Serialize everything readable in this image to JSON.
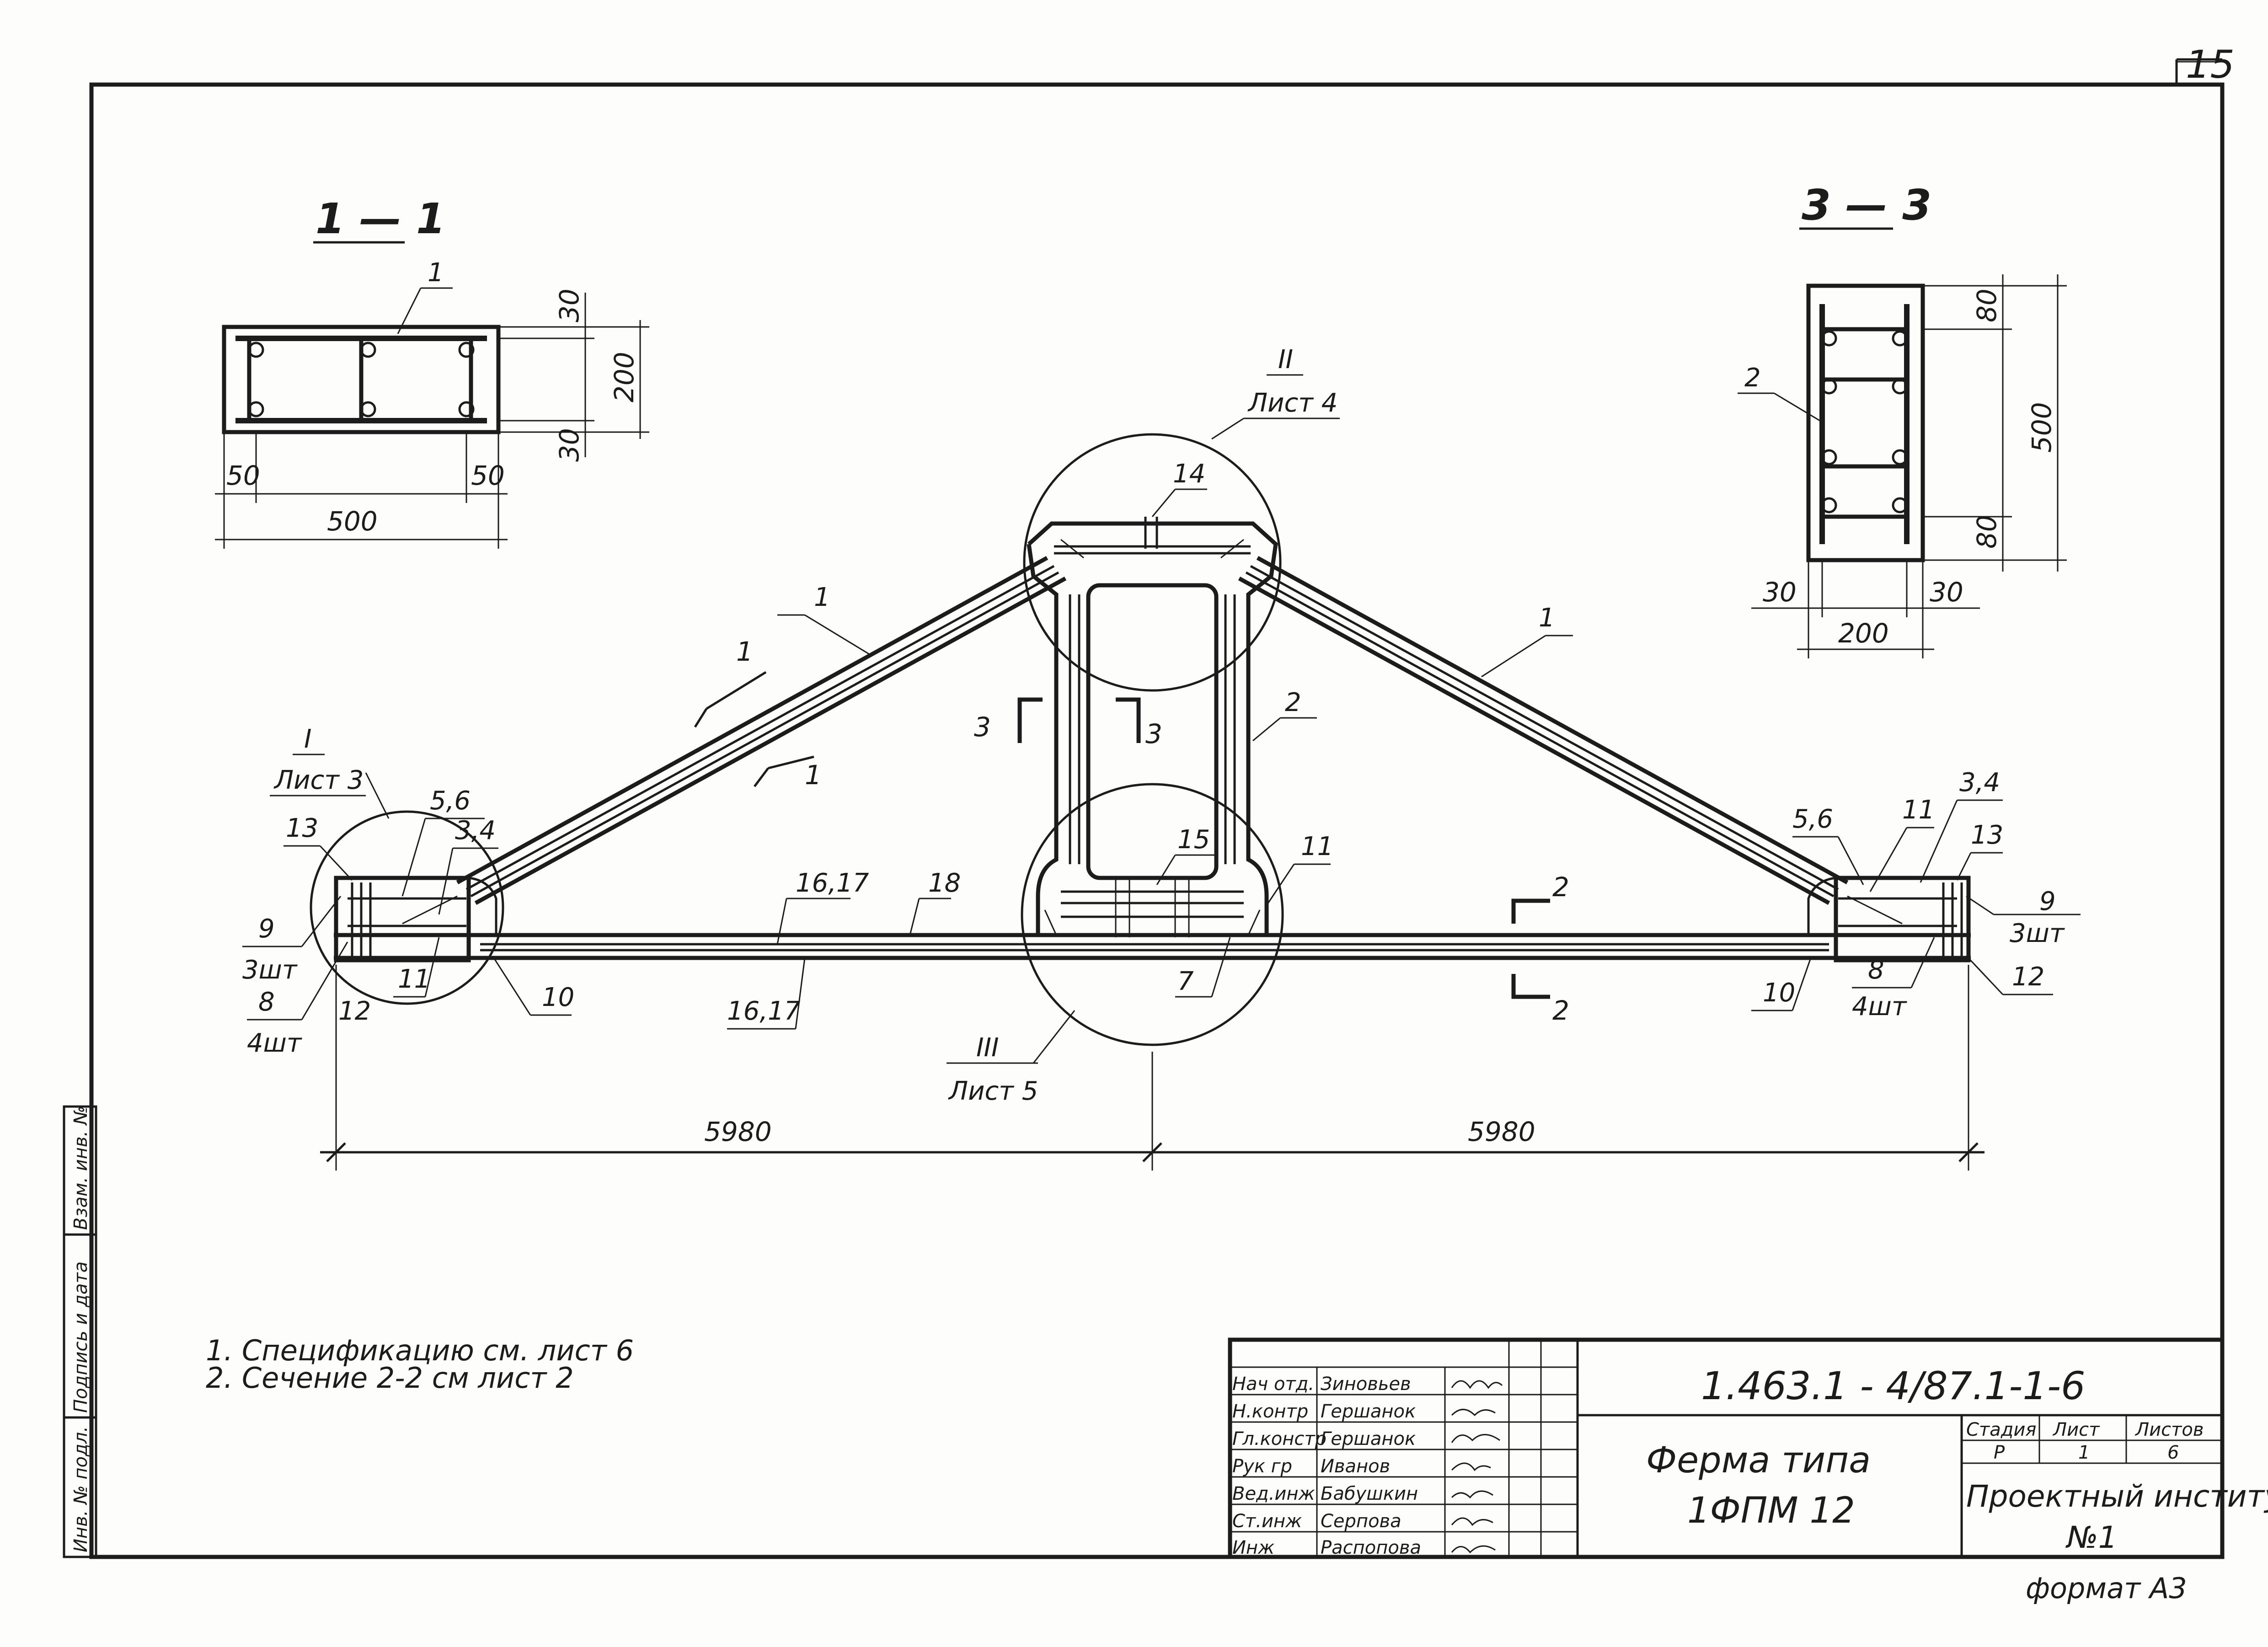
{
  "sheet_number": "15",
  "format_label": "формат А3",
  "sections": {
    "s11": "1 — 1",
    "s33": "3 — 3",
    "s2a": "2",
    "s2b": "2",
    "s3a": "3",
    "s3b": "3",
    "s1a": "1",
    "s1b": "1"
  },
  "section_1_1": {
    "pos": "1",
    "dim_top": "30",
    "dim_h": "200",
    "dim_bot": "30",
    "dim_left": "50",
    "dim_right": "50",
    "dim_w": "500"
  },
  "section_3_3": {
    "pos": "2",
    "dim_top": "80",
    "dim_h": "500",
    "dim_bot": "80",
    "dim_left": "30",
    "dim_right": "30",
    "dim_w": "200"
  },
  "nodes": {
    "n1": "I",
    "n1_sheet": "Лист 3",
    "n2": "II",
    "n2_sheet": "Лист 4",
    "n3": "III",
    "n3_sheet": "Лист 5"
  },
  "positions": {
    "p1_left": "1",
    "p1_right": "1",
    "p2": "2",
    "p14": "14",
    "p15": "15",
    "p11_mid": "11",
    "p7": "7",
    "p18": "18",
    "p1617_top": "16,17",
    "p1617_bot": "16,17",
    "p10_left": "10",
    "p10_right": "10",
    "p56_left": "5,6",
    "p34_left": "3,4",
    "p13_left": "13",
    "p9_left": "9",
    "p9_left_q": "3шт",
    "p8_left": "8",
    "p8_left_q": "4шт",
    "p11_left": "11",
    "p12_left": "12",
    "p56_right": "5,6",
    "p11_right": "11",
    "p34_right": "3,4",
    "p13_right": "13",
    "p9_right": "9",
    "p9_right_q": "3шт",
    "p8_right": "8",
    "p8_right_q": "4шт",
    "p12_right": "12"
  },
  "dims": {
    "half_left": "5980",
    "half_right": "5980"
  },
  "notes": [
    "1. Спецификацию см. лист 6",
    "2. Сечение 2-2  см   лист 2"
  ],
  "side_stamp": [
    "Инв. № подл.",
    "Подпись и дата",
    "Взам. инв. №"
  ],
  "title_block": {
    "roles": [
      "Нач отд.",
      "Н.контр",
      "Гл.констр",
      "Рук гр",
      "Вед.инж",
      "Ст.инж",
      "Инж"
    ],
    "names": [
      "Зиновьев",
      "Гершанок",
      "Гершанок",
      "Иванов",
      "Бабушкин",
      "Серпова",
      "Распопова"
    ],
    "doc_code": "1.463.1 - 4/87.1-1-6",
    "name_line1": "Ферма  типа",
    "name_line2": "1ФПМ 12",
    "stage_label": "Стадия",
    "sheet_label": "Лист",
    "sheets_label": "Листов",
    "stage": "Р",
    "sheet": "1",
    "sheets": "6",
    "org_line1": "Проектный институт",
    "org_line2": "№1"
  }
}
